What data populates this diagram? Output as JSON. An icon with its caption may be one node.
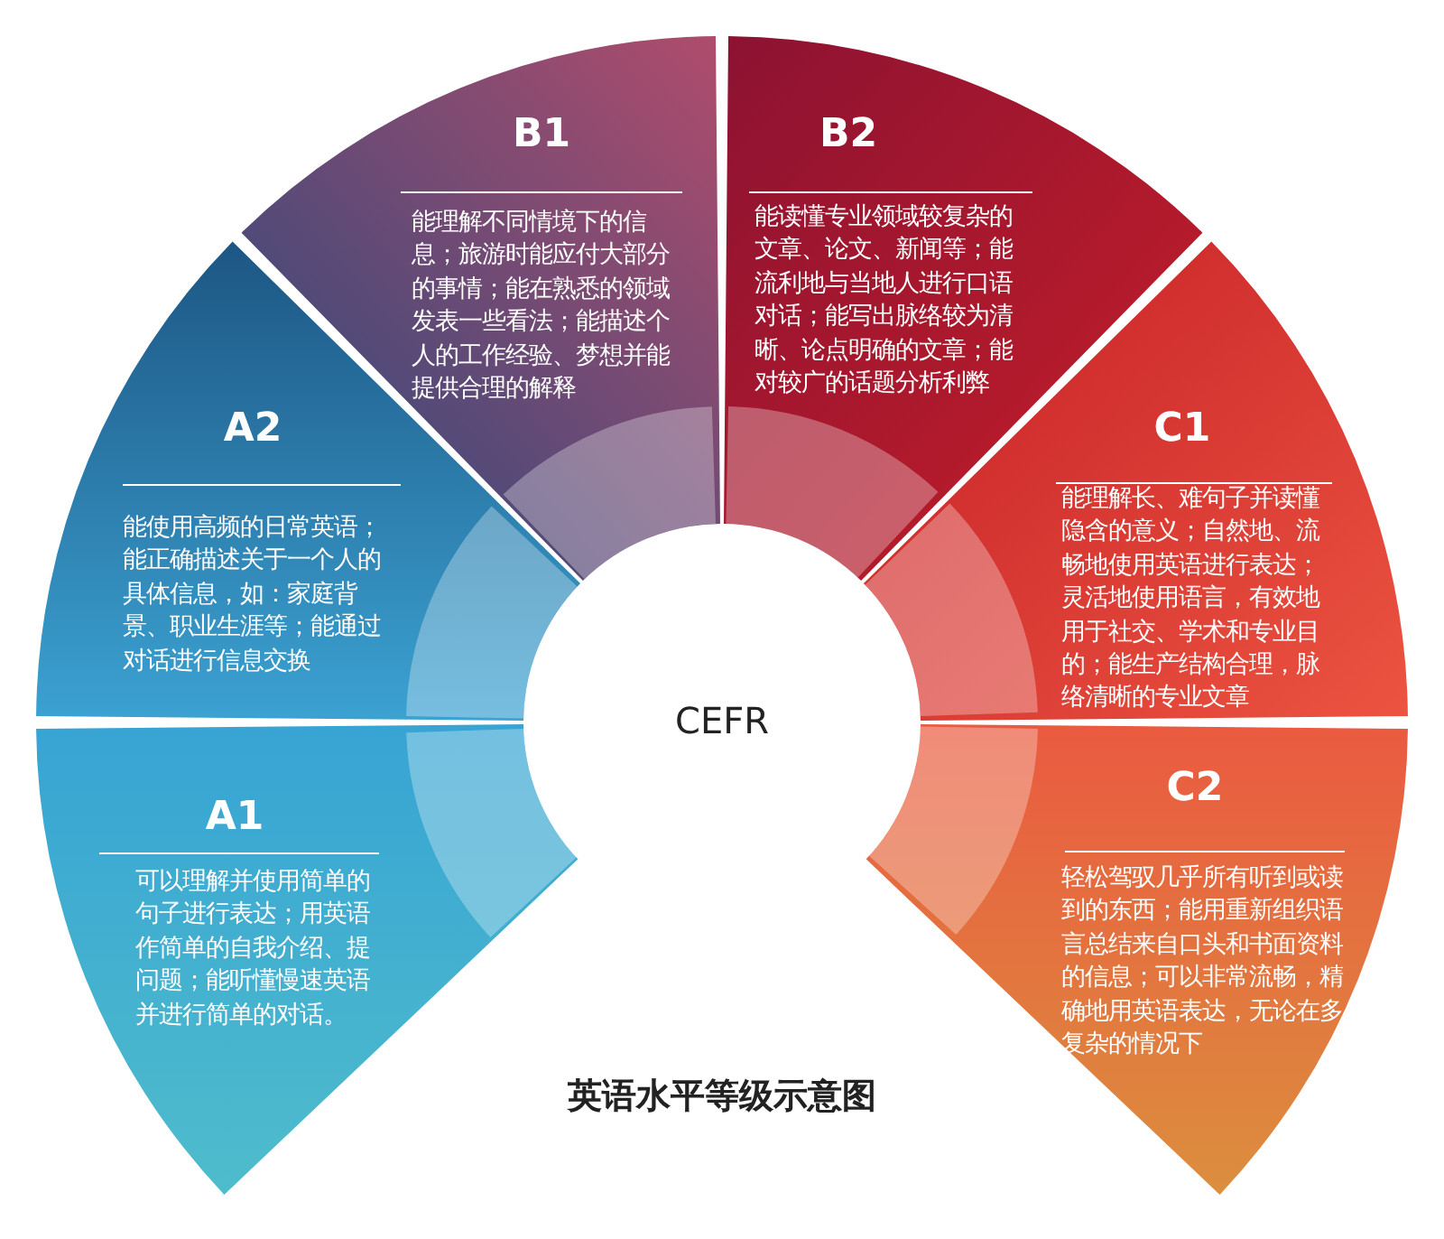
{
  "diagram": {
    "title": "英语水平等级示意图",
    "nodes": [
      {
        "text": [
          "A1",
          "可以理解并使用简单的句子进行表达；用英语作简单的自我介绍、提问题；能听懂慢速英语并进行简单的对话。"
        ]
      },
      {
        "text": [
          "A2",
          "能使用高频的日常英语；能正确描述关于一个人的具体信息，如：家庭背景、职业生涯等；能通过对话进行信息交换"
        ]
      },
      {
        "text": [
          "B1",
          "能理解不同情境下的信息；旅游时能应付大部分的事情；能在熟悉的领域发表一些看法；能描述个人的工作经验、梦想并能提供合理的解释"
        ]
      },
      {
        "text": [
          "B2",
          "能读懂专业领域较复杂的文章、论文、新闻等；能流利地与当地人进行口语对话；能写出脉络较为清晰、论点明确的文章；能对较广的话题分析利弊"
        ]
      },
      {
        "text": [
          "C1",
          "能理解长、难句子并读懂隐含的意义；自然地、流畅地使用英语进行表达；灵活地使用语言，有效地用于社交、学术和专业目的；能生产结构合理，脉络清晰的专业文章"
        ]
      },
      {
        "text": [
          "C2",
          "轻松驾驭几乎所有听到或读到的东西；能用重新组织语言总结来自口头和书面资料的信息；可以非常流畅，精确地用英语表达，无论在多复杂的情况下"
        ]
      }
    ],
    "labels": [
      "CEFR"
    ]
  }
}
